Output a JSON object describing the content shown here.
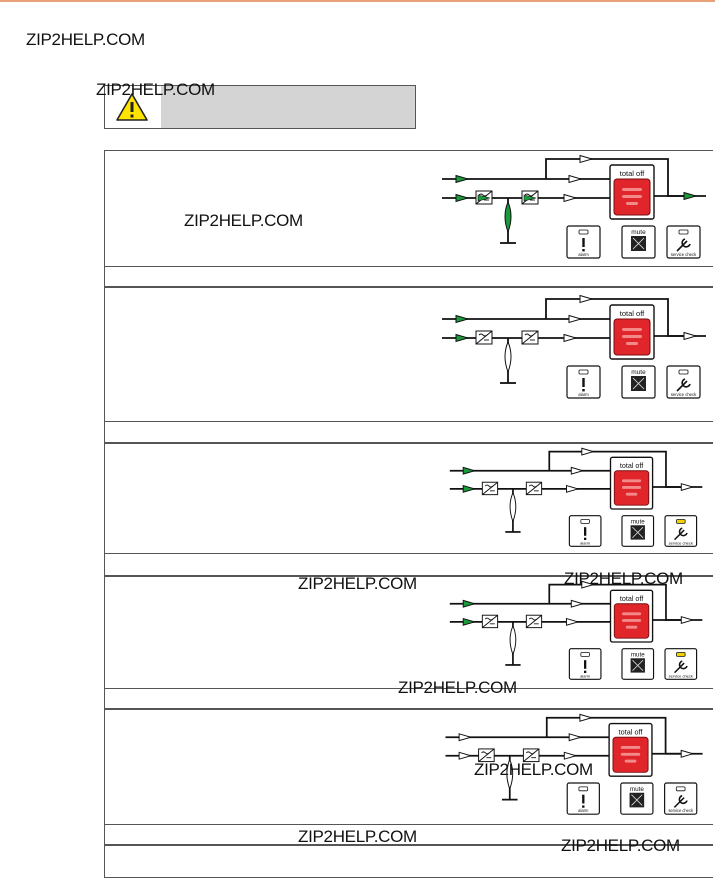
{
  "watermark": "ZIP2HELP.COM",
  "diagram": {
    "main_label": "total off",
    "buttons": [
      "alarm",
      "mute",
      "service check"
    ]
  },
  "colors": {
    "accent_rule": "#e8a07a",
    "flow_active": "#1a9a3a",
    "button_red": "#e0262a",
    "led_yellow": "#f2d200",
    "warn_yellow": "#ffe400"
  },
  "panels": [
    {
      "flow": "all",
      "service_led": false
    },
    {
      "flow": "input",
      "service_led": false
    },
    {
      "flow": "input",
      "service_led": true
    },
    {
      "flow": "input",
      "service_led": true
    },
    {
      "flow": "none",
      "service_led": false
    }
  ]
}
